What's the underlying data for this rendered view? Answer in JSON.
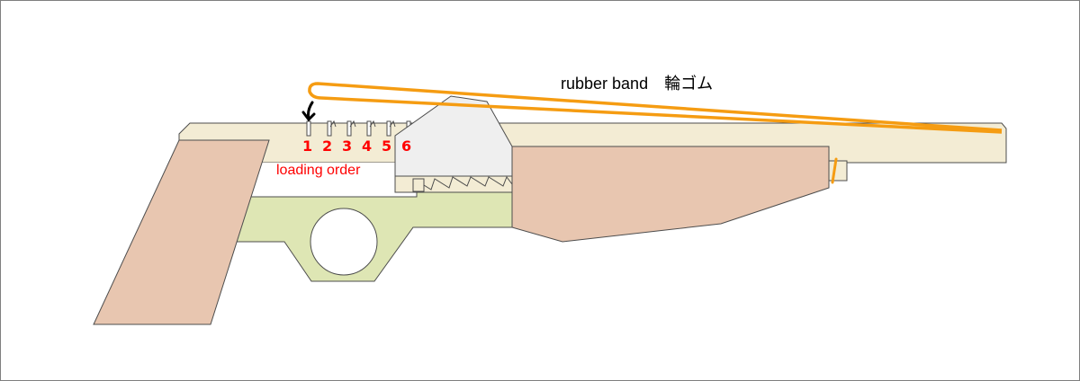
{
  "diagram": {
    "band_label": "rubber band　輪ゴム",
    "order_label": "loading order",
    "notch_numbers": [
      "1",
      "2",
      "3",
      "4",
      "5",
      "6"
    ]
  },
  "colors": {
    "frame_fill": "#f3ecd4",
    "grip_fill": "#e8c6b0",
    "trigger_fill": "#dee6b4",
    "hook_fill": "#efefef",
    "band": "#f59c12",
    "number_text": "#ff0000",
    "outline": "#4d4d4d"
  }
}
